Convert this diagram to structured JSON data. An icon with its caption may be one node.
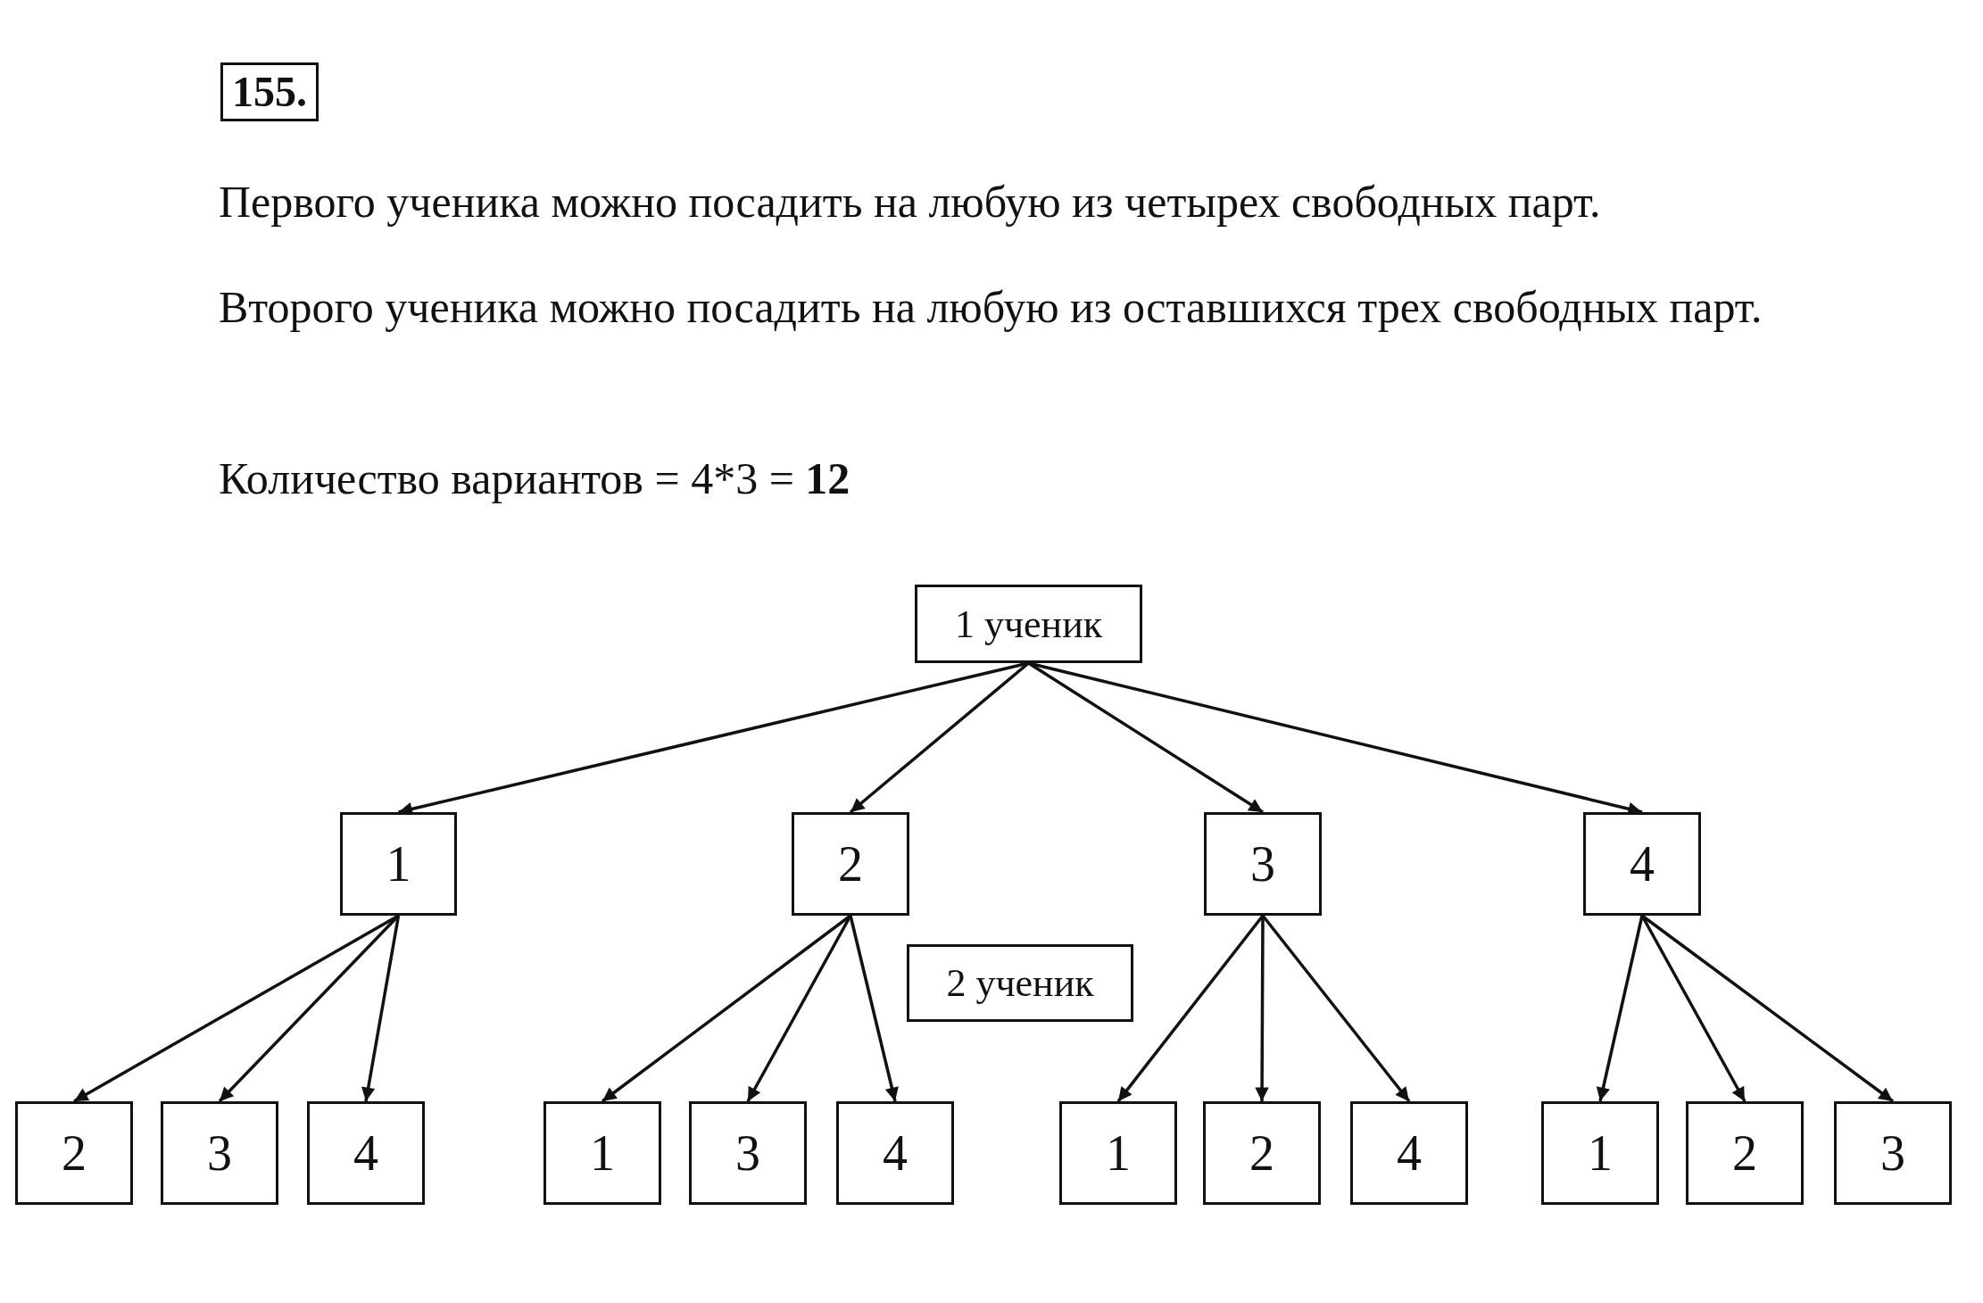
{
  "diagram": {
    "nodes": [
      {
        "text": [
          "1 ученик"
        ]
      },
      {
        "text": [
          "1"
        ]
      },
      {
        "text": [
          "2"
        ]
      },
      {
        "text": [
          "3"
        ]
      },
      {
        "text": [
          "4"
        ]
      },
      {
        "text": [
          "2 ученик"
        ]
      },
      {
        "text": [
          "2"
        ]
      },
      {
        "text": [
          "3"
        ]
      },
      {
        "text": [
          "4"
        ]
      },
      {
        "text": [
          "1"
        ]
      },
      {
        "text": [
          "3"
        ]
      },
      {
        "text": [
          "4"
        ]
      },
      {
        "text": [
          "1"
        ]
      },
      {
        "text": [
          "2"
        ]
      },
      {
        "text": [
          "4"
        ]
      },
      {
        "text": [
          "1"
        ]
      },
      {
        "text": [
          "2"
        ]
      },
      {
        "text": [
          "3"
        ]
      }
    ],
    "edges": [
      {
        "from": 0,
        "to": 1,
        "arrow": "to"
      },
      {
        "from": 0,
        "to": 2,
        "arrow": "to"
      },
      {
        "from": 0,
        "to": 3,
        "arrow": "to"
      },
      {
        "from": 0,
        "to": 4,
        "arrow": "to"
      },
      {
        "from": 1,
        "to": 6,
        "arrow": "to"
      },
      {
        "from": 1,
        "to": 7,
        "arrow": "to"
      },
      {
        "from": 1,
        "to": 8,
        "arrow": "to"
      },
      {
        "from": 2,
        "to": 9,
        "arrow": "to"
      },
      {
        "from": 2,
        "to": 10,
        "arrow": "to"
      },
      {
        "from": 2,
        "to": 11,
        "arrow": "to"
      },
      {
        "from": 3,
        "to": 12,
        "arrow": "to"
      },
      {
        "from": 3,
        "to": 13,
        "arrow": "to"
      },
      {
        "from": 3,
        "to": 14,
        "arrow": "to"
      },
      {
        "from": 4,
        "to": 15,
        "arrow": "to"
      },
      {
        "from": 4,
        "to": 16,
        "arrow": "to"
      },
      {
        "from": 4,
        "to": 17,
        "arrow": "to"
      }
    ],
    "labels": [
      "155.",
      "Первого ученика можно посадить на любую из четырех свободных парт.",
      "Второго ученика можно посадить на любую из оставшихся трех свободных парт.",
      "Количество вариантов = 4*3 = **12**"
    ]
  }
}
